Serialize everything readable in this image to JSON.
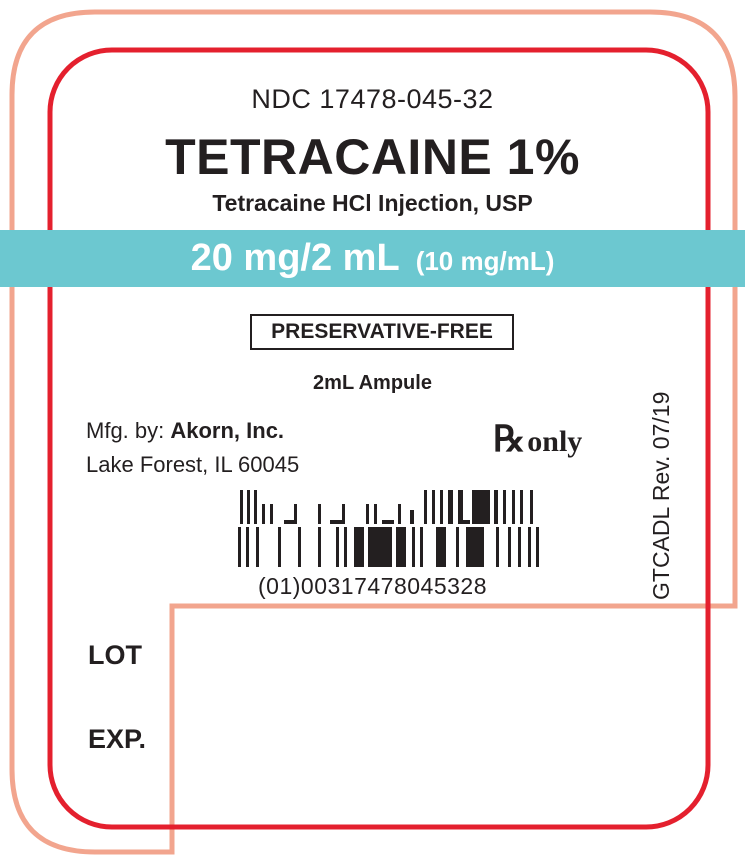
{
  "label": {
    "ndc": "NDC 17478-045-32",
    "drug_name": "TETRACAINE 1%",
    "generic_name": "Tetracaine HCl Injection, USP",
    "strength": "20 mg/2 mL",
    "concentration": "(10 mg/mL)",
    "preservative": "PRESERVATIVE-FREE",
    "container": "2mL Ampule",
    "mfg_prefix": "Mfg. by: ",
    "manufacturer": "Akorn, Inc.",
    "address": "Lake Forest, IL 60045",
    "rx_symbol": "℞",
    "rx_only": "only",
    "side_code": "GTCADL Rev. 07/19",
    "barcode_text": "(01)00317478045328",
    "lot_label": "LOT",
    "exp_label": "EXP."
  },
  "colors": {
    "outer_border": "#f2a58e",
    "inner_border": "#e4202e",
    "band": "#6cc8d0",
    "text": "#231f20"
  },
  "icons": {
    "rx": "rx-symbol-icon",
    "barcode": "barcode-icon"
  }
}
